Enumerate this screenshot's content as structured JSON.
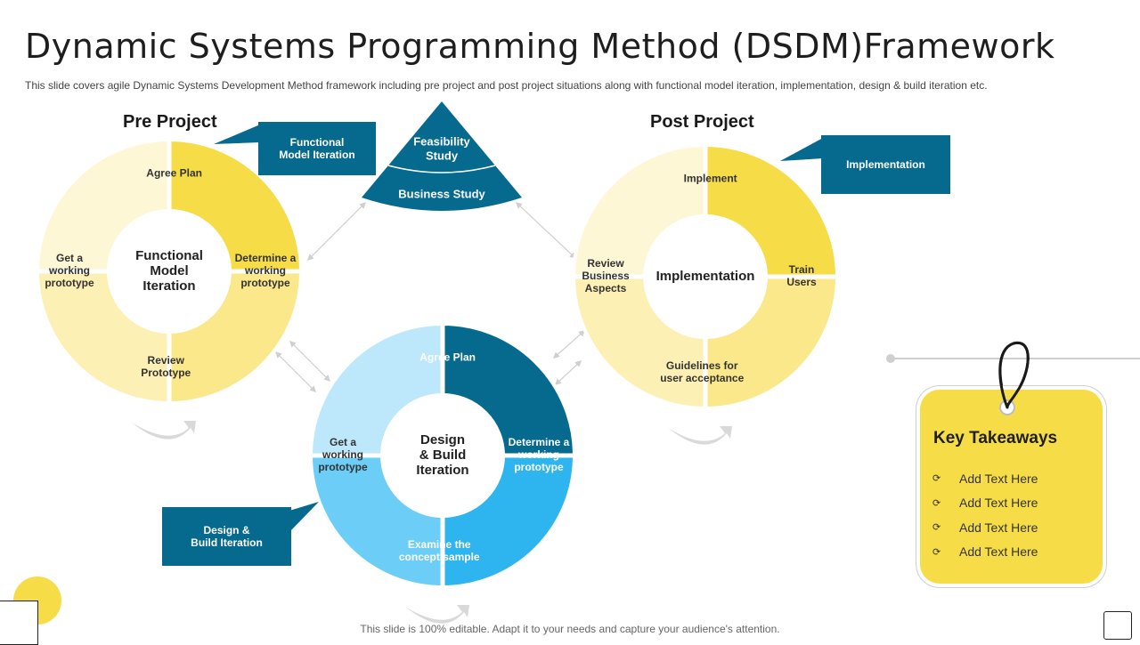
{
  "title": "Dynamic Systems Programming Method (DSDM)Framework",
  "subtitle": "This slide covers agile Dynamic Systems Development  Method framework  including pre project and post project situations along with functional model iteration, implementation, design & build iteration etc.",
  "pre_project": {
    "heading": "Pre Project",
    "center": [
      "Functional",
      "Model",
      "Iteration"
    ],
    "segments": {
      "top": [
        "Agree Plan"
      ],
      "right": [
        "Determine a",
        "working",
        "prototype"
      ],
      "bottom": [
        "Review",
        "Prototype"
      ],
      "left": [
        "Get a",
        "working",
        "prototype"
      ]
    },
    "callout": [
      "Functional",
      "Model Iteration"
    ],
    "colors": [
      "#f6dd47",
      "#fbe88a",
      "#fdf0b4",
      "#fef7d6"
    ]
  },
  "feasibility": {
    "top": [
      "Feasibility",
      "Study"
    ],
    "bottom": "Business  Study",
    "color": "#066a8f"
  },
  "post_project": {
    "heading": "Post Project",
    "center": [
      "Implementation"
    ],
    "segments": {
      "top": [
        "Implement"
      ],
      "right": [
        "Train",
        "Users"
      ],
      "bottom": [
        "Guidelines  for",
        "user acceptance"
      ],
      "left": [
        "Review",
        "Business",
        "Aspects"
      ]
    },
    "callout": [
      "Implementation"
    ],
    "colors": [
      "#f6dd47",
      "#fbe88a",
      "#fdf0b4",
      "#fef7d6"
    ]
  },
  "design_build": {
    "center": [
      "Design",
      "& Build",
      "Iteration"
    ],
    "segments": {
      "top": [
        "Agree Plan"
      ],
      "right": [
        "Determine a",
        "working",
        "prototype"
      ],
      "bottom": [
        "Examine the",
        "concept sample"
      ],
      "left": [
        "Get a",
        "working",
        "prototype"
      ]
    },
    "callout": [
      "Design &",
      "Build Iteration"
    ],
    "colors": [
      "#066a8f",
      "#2eb5f0",
      "#6ccdf7",
      "#bde8fb"
    ]
  },
  "key_takeaways": {
    "title": "Key Takeaways",
    "items": [
      "Add Text Here",
      "Add Text Here",
      "Add Text Here",
      "Add Text Here"
    ]
  },
  "footer": "This slide is 100% editable. Adapt it to your needs and capture your audience's attention.",
  "colors": {
    "dark_blue": "#066a8f",
    "yellow": "#f6dd47"
  }
}
